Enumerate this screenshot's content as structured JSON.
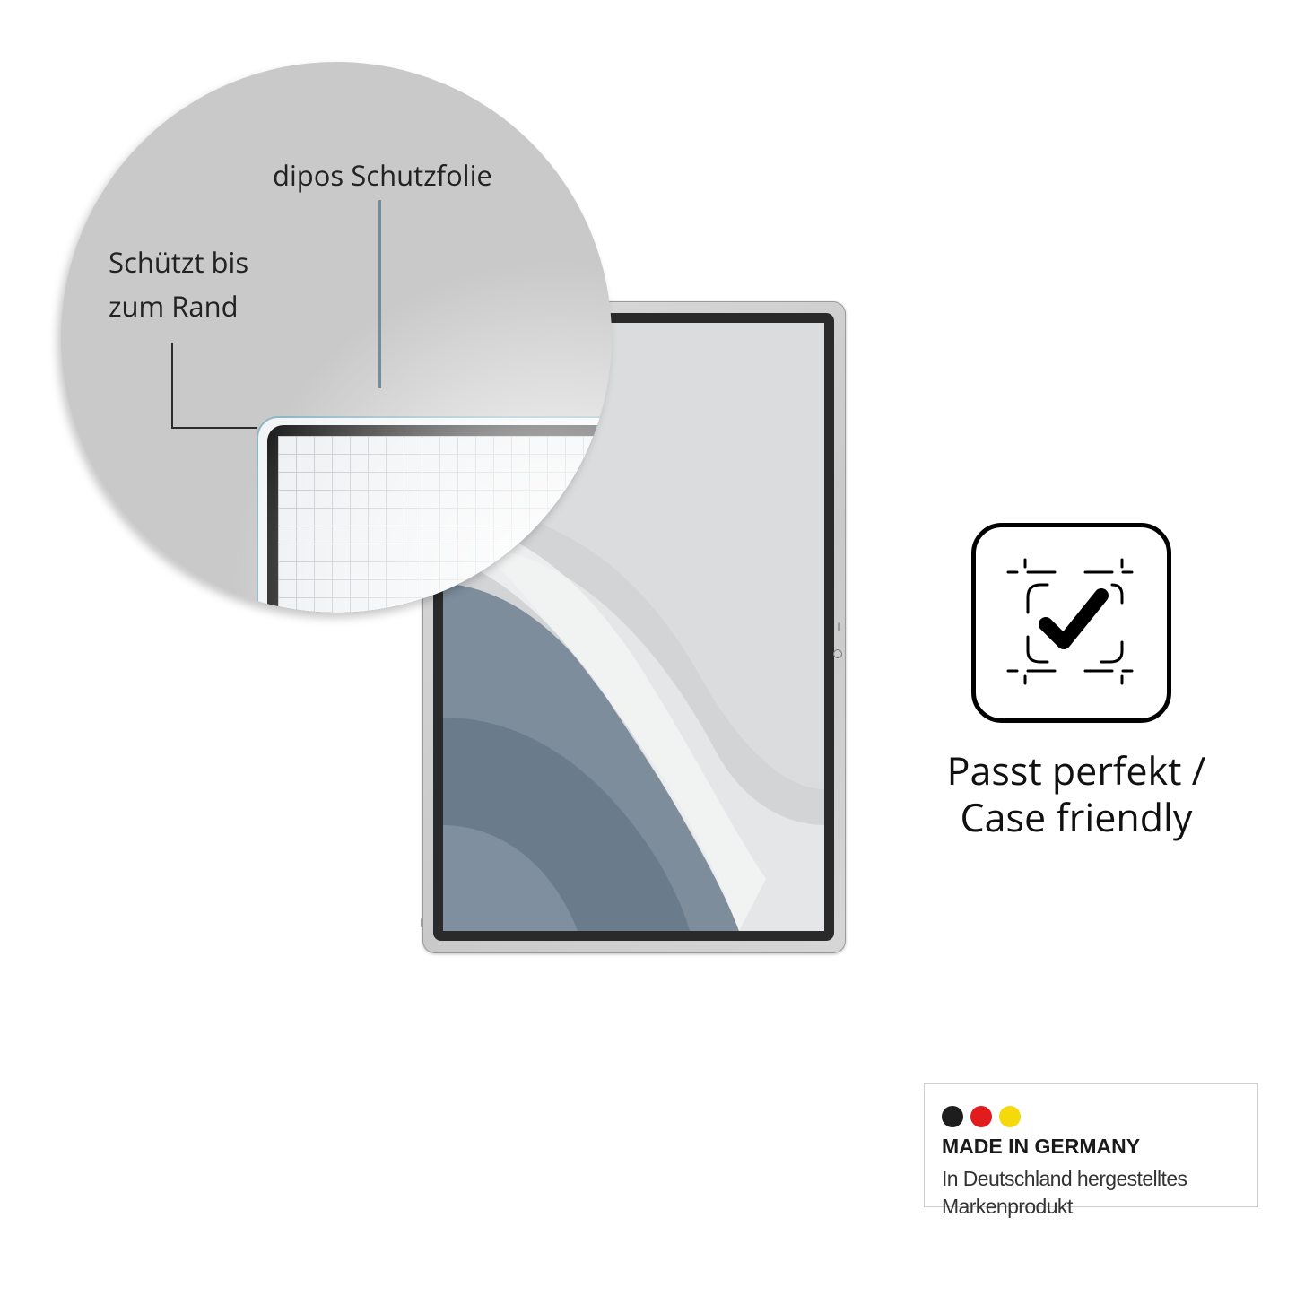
{
  "magnifier": {
    "top_label": "dipos Schutzfolie",
    "left_label_line1": "Schützt bis",
    "left_label_line2": "zum Rand"
  },
  "feature": {
    "icon": "check-in-frame-icon",
    "label_line1": "Passt perfekt /",
    "label_line2": "Case friendly"
  },
  "badge": {
    "flag_colors": [
      "#1d1d1d",
      "#e21c1c",
      "#f5d90b"
    ],
    "title": "MADE IN GERMANY",
    "line1": "In Deutschland hergestelltes",
    "line2": "Markenprodukt"
  }
}
